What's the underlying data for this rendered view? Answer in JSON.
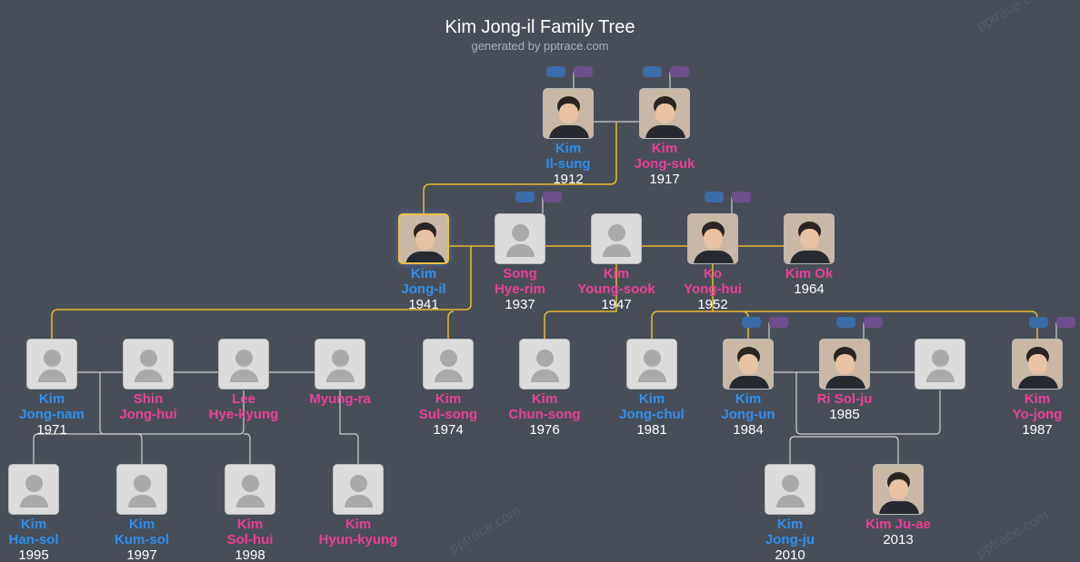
{
  "header": {
    "title": "Kim Jong-il Family Tree",
    "subtitle": "generated by pptrace.com",
    "watermark": "pptrace.com"
  },
  "colors": {
    "male": "#2f8ff0",
    "female": "#ec3e9a",
    "bloodline": "#e9b934",
    "link": "#cfcfcf",
    "background": "#484e57"
  },
  "people": [
    {
      "id": "il-sung",
      "l1": "Kim",
      "l2": "Il-sung",
      "year": "1912",
      "sex": "m",
      "photo": true
    },
    {
      "id": "jong-suk",
      "l1": "Kim",
      "l2": "Jong-suk",
      "year": "1917",
      "sex": "f",
      "photo": true
    },
    {
      "id": "jong-il",
      "l1": "Kim",
      "l2": "Jong-il",
      "year": "1941",
      "sex": "m",
      "photo": true,
      "focus": true
    },
    {
      "id": "song",
      "l1": "Song",
      "l2": "Hye-rim",
      "year": "1937",
      "sex": "f"
    },
    {
      "id": "young-sook",
      "l1": "Kim",
      "l2": "Young-sook",
      "year": "1947",
      "sex": "f"
    },
    {
      "id": "ko",
      "l1": "Ko",
      "l2": "Yong-hui",
      "year": "1952",
      "sex": "f",
      "photo": true
    },
    {
      "id": "kim-ok",
      "l1": "Kim Ok",
      "l2": "",
      "year": "1964",
      "sex": "f",
      "photo": true
    },
    {
      "id": "jong-nam",
      "l1": "Kim",
      "l2": "Jong-nam",
      "year": "1971",
      "sex": "m"
    },
    {
      "id": "shin",
      "l1": "Shin",
      "l2": "Jong-hui",
      "year": "",
      "sex": "f"
    },
    {
      "id": "lee",
      "l1": "Lee",
      "l2": "Hye-kyung",
      "year": "",
      "sex": "f"
    },
    {
      "id": "myung-ra",
      "l1": "Myung-ra",
      "l2": "",
      "year": "",
      "sex": "f"
    },
    {
      "id": "sul-song",
      "l1": "Kim",
      "l2": "Sul-song",
      "year": "1974",
      "sex": "f"
    },
    {
      "id": "chun-song",
      "l1": "Kim",
      "l2": "Chun-song",
      "year": "1976",
      "sex": "f"
    },
    {
      "id": "jong-chul",
      "l1": "Kim",
      "l2": "Jong-chul",
      "year": "1981",
      "sex": "m"
    },
    {
      "id": "jong-un",
      "l1": "Kim",
      "l2": "Jong-un",
      "year": "1984",
      "sex": "m",
      "photo": true
    },
    {
      "id": "ri",
      "l1": "Ri Sol-ju",
      "l2": "",
      "year": "1985",
      "sex": "f",
      "photo": true
    },
    {
      "id": "unknown",
      "l1": "",
      "l2": "",
      "year": "",
      "sex": "u"
    },
    {
      "id": "yo-jong",
      "l1": "Kim",
      "l2": "Yo-jong",
      "year": "1987",
      "sex": "f",
      "photo": true
    },
    {
      "id": "han-sol",
      "l1": "Kim",
      "l2": "Han-sol",
      "year": "1995",
      "sex": "m"
    },
    {
      "id": "kum-sol",
      "l1": "Kim",
      "l2": "Kum-sol",
      "year": "1997",
      "sex": "m"
    },
    {
      "id": "sol-hui",
      "l1": "Kim",
      "l2": "Sol-hui",
      "year": "1998",
      "sex": "f"
    },
    {
      "id": "hyun-kyung",
      "l1": "Kim",
      "l2": "Hyun-kyung",
      "year": "",
      "sex": "f"
    },
    {
      "id": "jong-ju",
      "l1": "Kim",
      "l2": "Jong-ju",
      "year": "2010",
      "sex": "m"
    },
    {
      "id": "ju-ae",
      "l1": "Kim Ju-ae",
      "l2": "",
      "year": "2013",
      "sex": "f",
      "photo": true
    }
  ]
}
